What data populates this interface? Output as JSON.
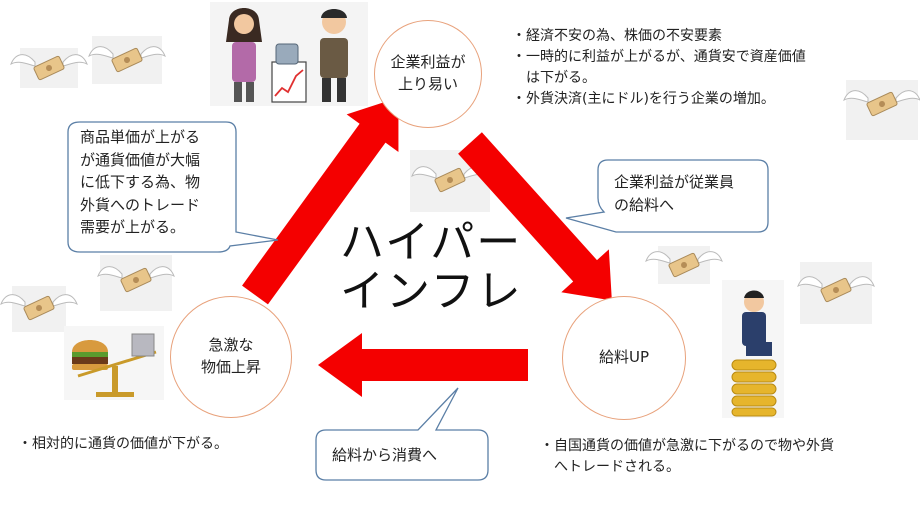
{
  "center_title": "ハイパー\nインフレ",
  "nodes": {
    "profit": "企業利益が\n上り易い",
    "salary": "給料UP",
    "price": "急激な\n物価上昇"
  },
  "callouts": {
    "trade": "商品単価が上がる\nが通貨価値が大幅\nに低下する為、物\n外貨へのトレード\n需要が上がる。",
    "to_salary": "企業利益が従業員\nの給料へ",
    "to_consume": "給料から消費へ"
  },
  "notes": {
    "top_right": [
      "・経済不安の為、株価の不安要素",
      "・一時的に利益が上がるが、通貨安で資産価値",
      "　は下がる。",
      "・外貨決済(主にドル)を行う企業の増加。"
    ],
    "bottom_left": [
      "・相対的に通貨の価値が下がる。"
    ],
    "bottom_right": [
      "・自国通貨の価値が急激に下がるので物や外貨",
      "　へトレードされる。"
    ]
  },
  "colors": {
    "arrow": "#f40000",
    "circle_border": "#e8a27c",
    "callout_border": "#5b7fa6"
  },
  "icons": [
    "flying-money-icon",
    "worried-couple-icon",
    "stock-chart-icon",
    "burger-scale-icon",
    "coin-stack-businessman-icon"
  ]
}
